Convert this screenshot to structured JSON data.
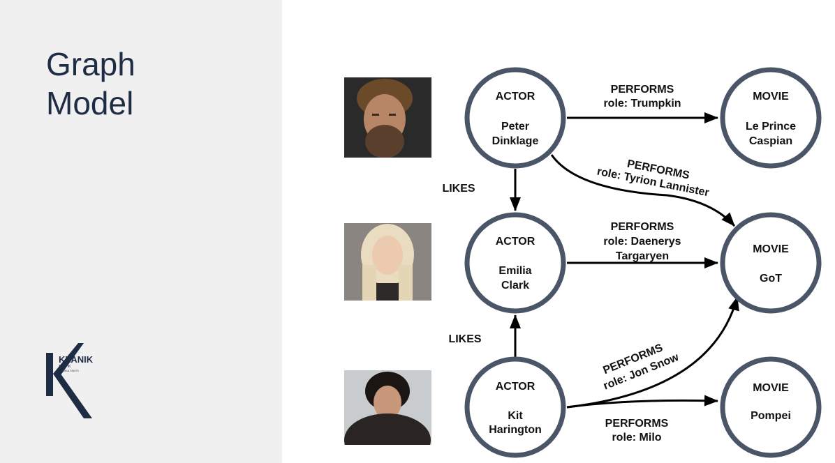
{
  "title": {
    "line1": "Graph",
    "line2": "Model"
  },
  "logo": {
    "name": "KLANIK",
    "tagline1": "ATYPIK",
    "tagline2": "KONSULTANTS"
  },
  "nodes": {
    "peter": {
      "type": "ACTOR",
      "name1": "Peter",
      "name2": "Dinklage"
    },
    "emilia": {
      "type": "ACTOR",
      "name1": "Emilia",
      "name2": "Clark"
    },
    "kit": {
      "type": "ACTOR",
      "name1": "Kit",
      "name2": "Harington"
    },
    "caspian": {
      "type": "MOVIE",
      "name1": "Le Prince",
      "name2": "Caspian"
    },
    "got": {
      "type": "MOVIE",
      "name1": "GoT"
    },
    "pompei": {
      "type": "MOVIE",
      "name1": "Pompei"
    }
  },
  "edges": {
    "peter_caspian": {
      "rel": "PERFORMS",
      "role": "role: Trumpkin"
    },
    "peter_got": {
      "rel": "PERFORMS",
      "role": "role: Tyrion Lannister"
    },
    "emilia_got": {
      "rel": "PERFORMS",
      "role1": "role: Daenerys",
      "role2": "Targaryen"
    },
    "kit_got": {
      "rel": "PERFORMS",
      "role": "role: Jon Snow"
    },
    "kit_pompei": {
      "rel": "PERFORMS",
      "role": "role: Milo"
    },
    "peter_emilia": {
      "rel": "LIKES"
    },
    "kit_emilia": {
      "rel": "LIKES"
    }
  },
  "colors": {
    "node_stroke": "#4a5568",
    "title": "#1f2d44",
    "panel": "#f0f0f1",
    "edge": "#000000"
  }
}
